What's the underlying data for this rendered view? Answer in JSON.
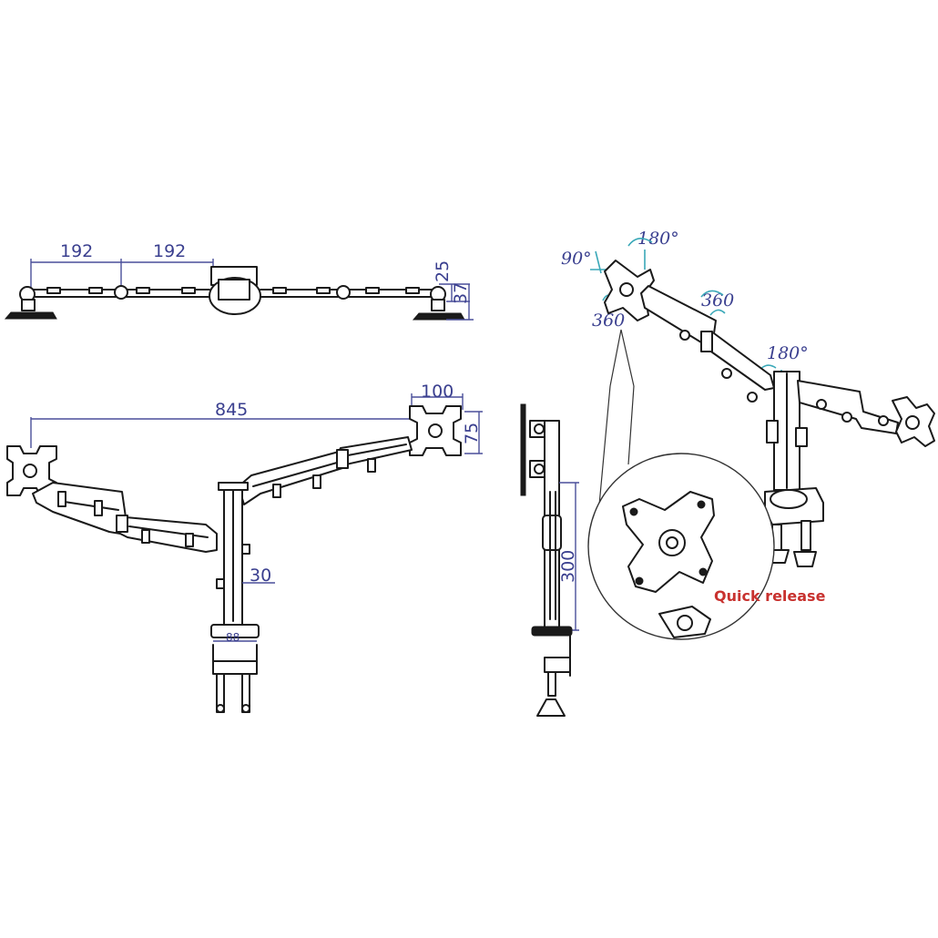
{
  "top_view": {
    "dim_arm_1": "192",
    "dim_arm_2": "192",
    "dim_height_a": "25",
    "dim_height_b": "37"
  },
  "front_view": {
    "dim_total_width": "845",
    "dim_vesa_w": "100",
    "dim_vesa_h": "75",
    "dim_pole": "30",
    "dim_clamp": "88"
  },
  "side_view": {
    "dim_height": "300"
  },
  "perspective_view": {
    "angle_tilt": "90°",
    "angle_swivel_top": "180°",
    "angle_rotate": "360",
    "angle_arm": "360",
    "angle_swivel_mid": "180°",
    "callout": "Quick release"
  }
}
